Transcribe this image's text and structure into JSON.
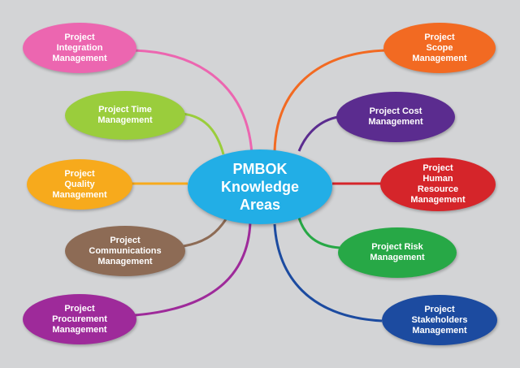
{
  "center": {
    "label": "PMBOK\nKnowledge\nAreas",
    "color": "#22aee6"
  },
  "areas": [
    {
      "id": "integration",
      "label": "Project\nIntegration\nManagement",
      "color": "#ec66b0"
    },
    {
      "id": "time",
      "label": "Project Time\nManagement",
      "color": "#9acd3c"
    },
    {
      "id": "quality",
      "label": "Project\nQuality\nManagement",
      "color": "#f7aa1c"
    },
    {
      "id": "communications",
      "label": "Project\nCommunications\nManagement",
      "color": "#8d6b55"
    },
    {
      "id": "procurement",
      "label": "Project\nProcurement\nManagement",
      "color": "#9e2a9a"
    },
    {
      "id": "scope",
      "label": "Project\nScope\nManagement",
      "color": "#f26a22"
    },
    {
      "id": "cost",
      "label": "Project Cost\nManagement",
      "color": "#5b2c8f"
    },
    {
      "id": "hr",
      "label": "Project\nHuman\nResource\nManagement",
      "color": "#d5252a"
    },
    {
      "id": "risk",
      "label": "Project Risk\nManagement",
      "color": "#27a846"
    },
    {
      "id": "stakeholders",
      "label": "Project\nStakeholders\nManagement",
      "color": "#1c4ba0"
    }
  ]
}
